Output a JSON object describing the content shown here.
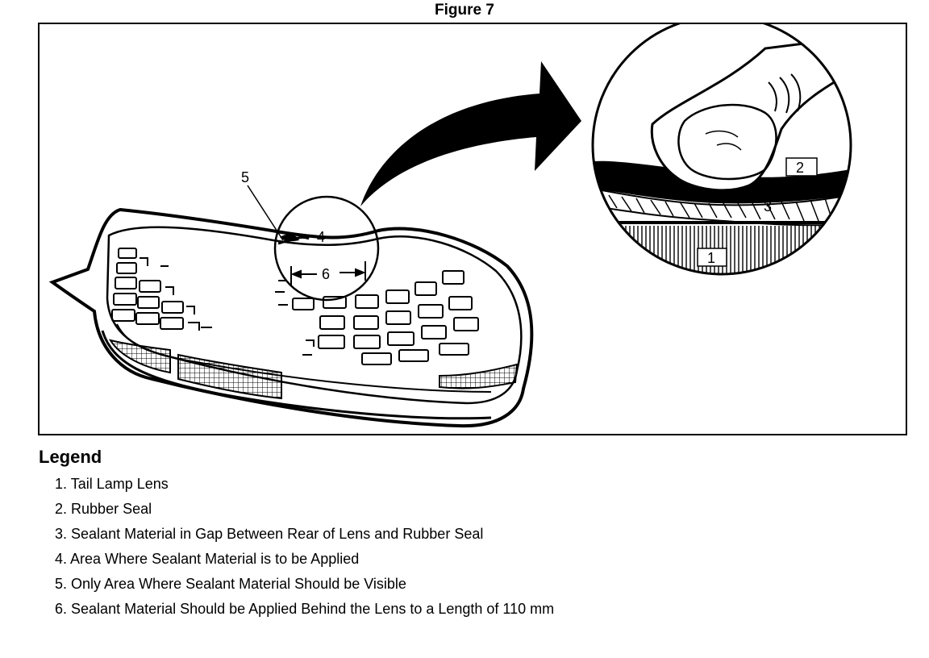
{
  "figure": {
    "title": "Figure 7",
    "callouts": {
      "c1": "1",
      "c2": "2",
      "c3": "3",
      "c4": "4",
      "c5": "5",
      "c6": "6"
    }
  },
  "legend": {
    "heading": "Legend",
    "items": [
      {
        "num": "1.",
        "text": "Tail Lamp Lens"
      },
      {
        "num": "2.",
        "text": "Rubber Seal"
      },
      {
        "num": "3.",
        "text": "Sealant Material in Gap Between Rear of Lens and Rubber Seal"
      },
      {
        "num": "4.",
        "text": "Area Where Sealant Material is to be Applied"
      },
      {
        "num": "5.",
        "text": "Only Area Where Sealant Material Should be Visible"
      },
      {
        "num": "6.",
        "text": "Sealant Material Should be Applied Behind the Lens to a Length of 110 mm"
      }
    ]
  }
}
